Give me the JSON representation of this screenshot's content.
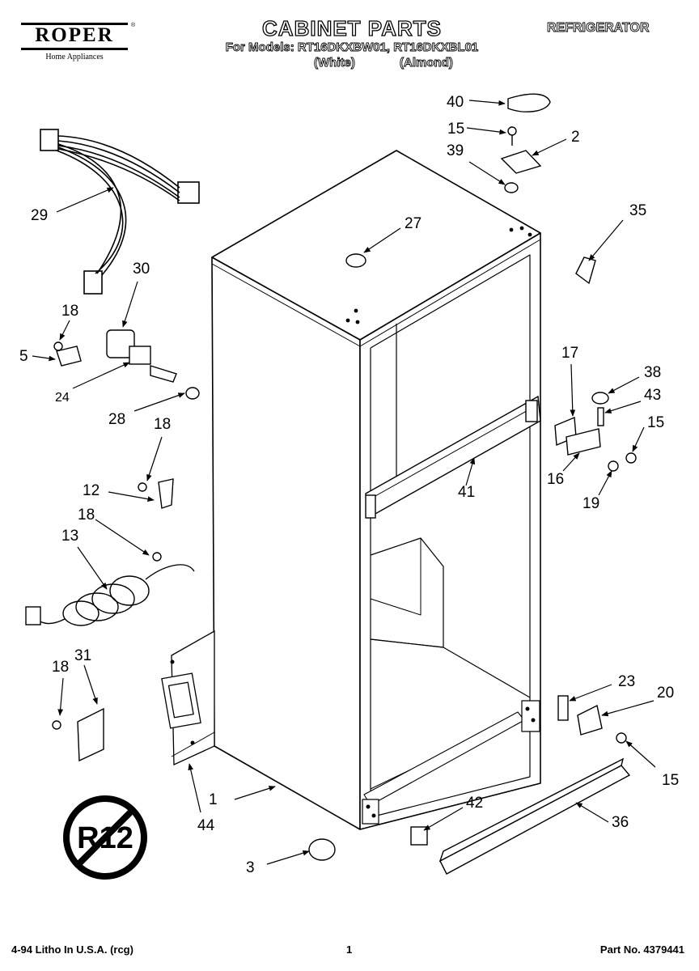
{
  "header": {
    "brand": "ROPER",
    "brand_tagline": "Home Appliances",
    "title": "CABINET PARTS",
    "models": "For Models: RT16DKXBW01, RT16DKXBL01",
    "variant_white": "(White)",
    "variant_almond": "(Almond)",
    "category": "REFRIGERATOR"
  },
  "badge": {
    "text": "R12",
    "icon": "no-r12-symbol-icon"
  },
  "callouts": {
    "c1": "1",
    "c2": "2",
    "c3": "3",
    "c5": "5",
    "c12": "12",
    "c13": "13",
    "c15a": "15",
    "c15b": "15",
    "c15c": "15",
    "c16": "16",
    "c17": "17",
    "c18a": "18",
    "c18b": "18",
    "c18c": "18",
    "c18d": "18",
    "c19": "19",
    "c20": "20",
    "c23": "23",
    "c24": "24",
    "c27": "27",
    "c28": "28",
    "c29": "29",
    "c30": "30",
    "c31": "31",
    "c35": "35",
    "c36": "36",
    "c38": "38",
    "c39": "39",
    "c40": "40",
    "c41": "41",
    "c42": "42",
    "c43": "43",
    "c44": "44"
  },
  "footer": {
    "print_info": "4-94 Litho In U.S.A. (rcg)",
    "page": "1",
    "part_number": "Part No. 4379441"
  }
}
